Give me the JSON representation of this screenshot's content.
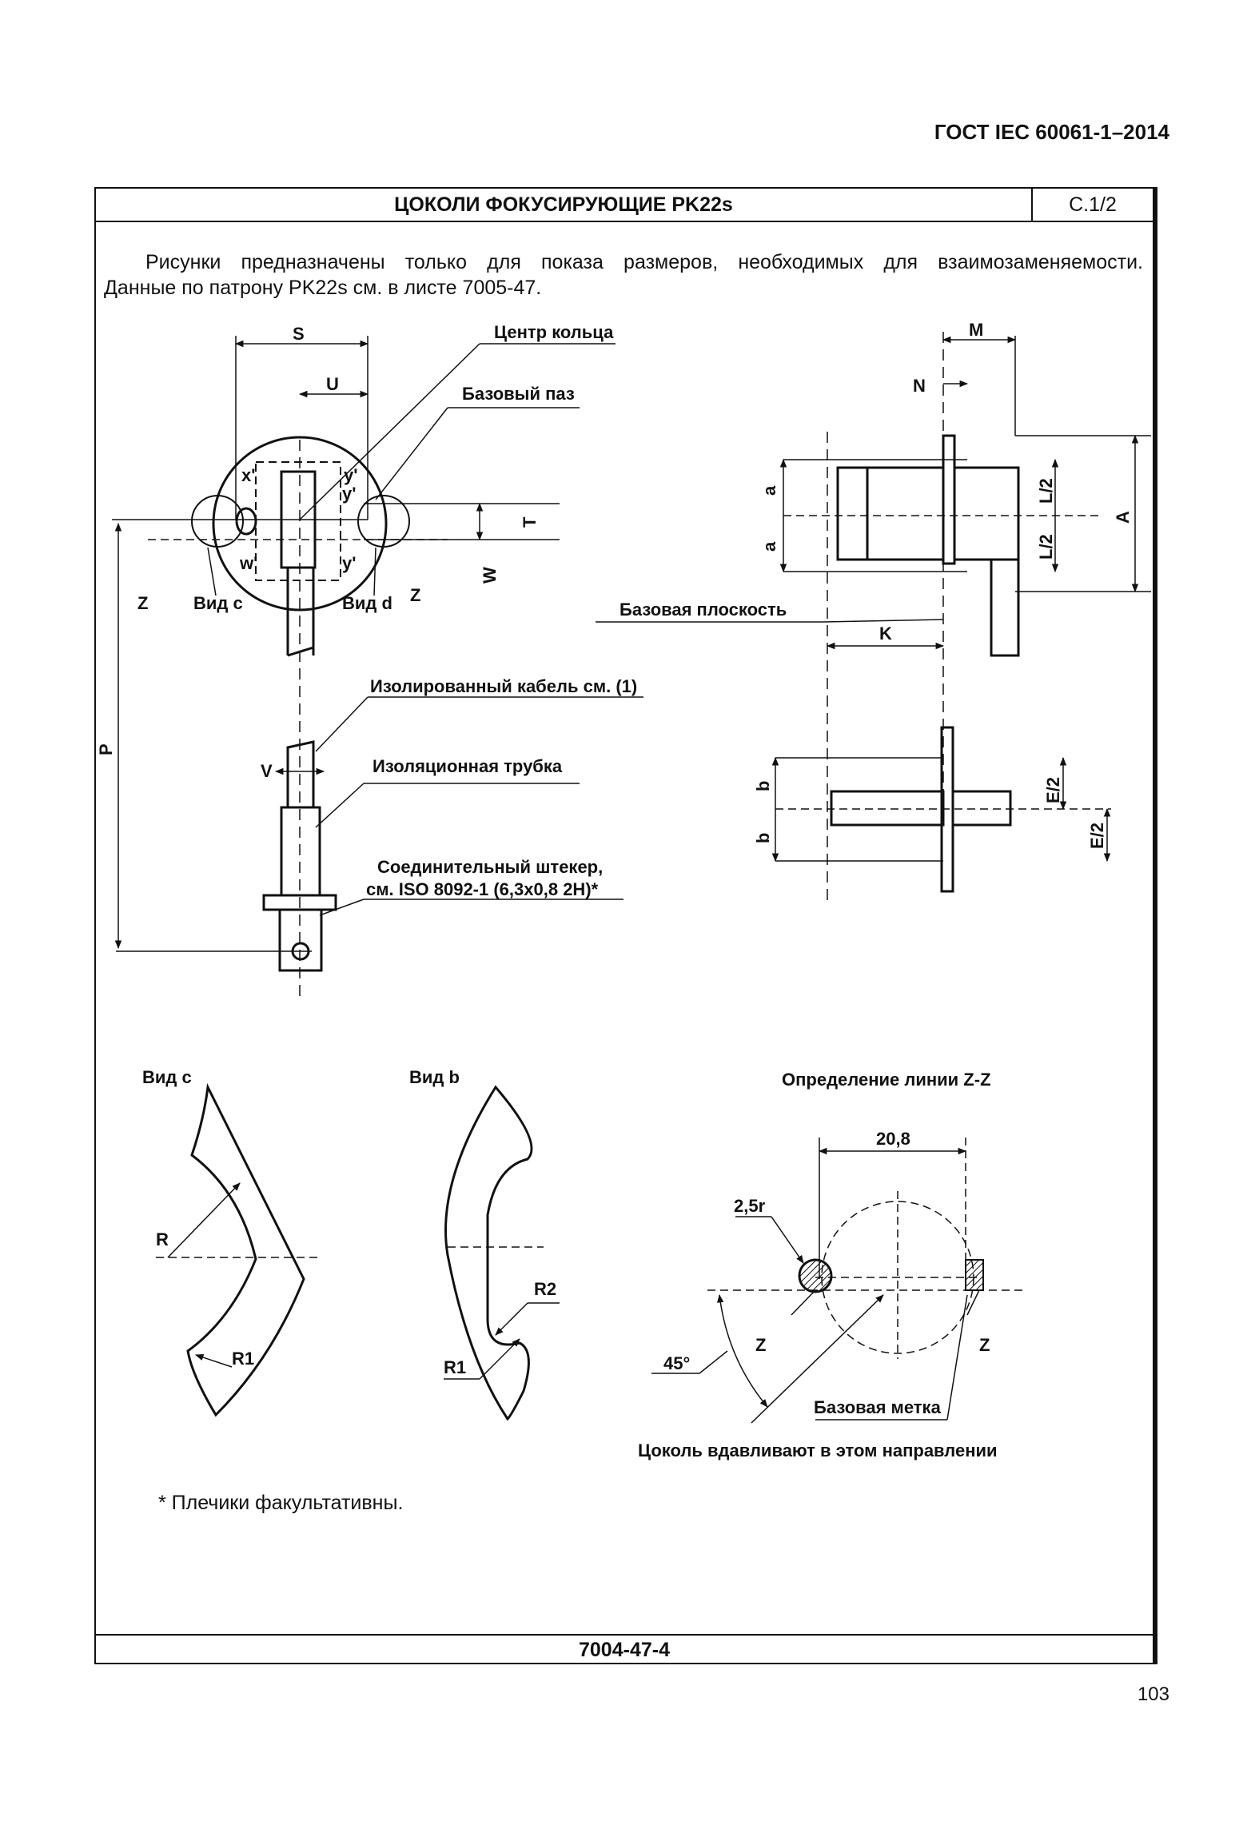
{
  "header": {
    "standard": "ГОСТ IEC 60061-1–2014",
    "page_number": "103"
  },
  "sheet": {
    "title": "ЦОКОЛИ ФОКУСИРУЮЩИЕ PK22s",
    "sheet_no": "С.1/2",
    "code": "7004-47-4"
  },
  "intro": {
    "line1": "Рисунки предназначены только для показа размеров, необходимых для взаимозаменяемости.",
    "line2": "Данные по патрону PK22s см. в листе 7005-47."
  },
  "labels": {
    "ring_center": "Центр кольца",
    "ref_slot": "Базовый паз",
    "view_c": "Вид с",
    "view_d": "Вид d",
    "view_b": "Вид b",
    "ref_plane": "Базовая плоскость",
    "cable": "Изолированный кабель см. (1)",
    "tube": "Изоляционная трубка",
    "plug1": "Соединительный штекер,",
    "plug2": "см. ISO 8092-1 (6,3x0,8 2H)*",
    "zz_title": "Определение линии Z-Z",
    "ref_mark": "Базовая метка",
    "press_dir": "Цоколь вдавливают в этом направлении",
    "view_c_title": "Вид c"
  },
  "dims": {
    "S": "S",
    "U": "U",
    "T": "T",
    "W": "W",
    "P": "P",
    "V": "V",
    "Z": "Z",
    "M": "M",
    "N": "N",
    "A": "A",
    "K": "K",
    "a": "a",
    "b": "b",
    "L2": "L/2",
    "E2": "E/2",
    "x1": "x'",
    "y1": "y'",
    "w1": "w'",
    "R": "R",
    "R1": "R1",
    "R2": "R2",
    "d208": "20,8",
    "d25r": "2,5r",
    "deg45": "45°"
  },
  "footnote": "* Плечики факультативны."
}
